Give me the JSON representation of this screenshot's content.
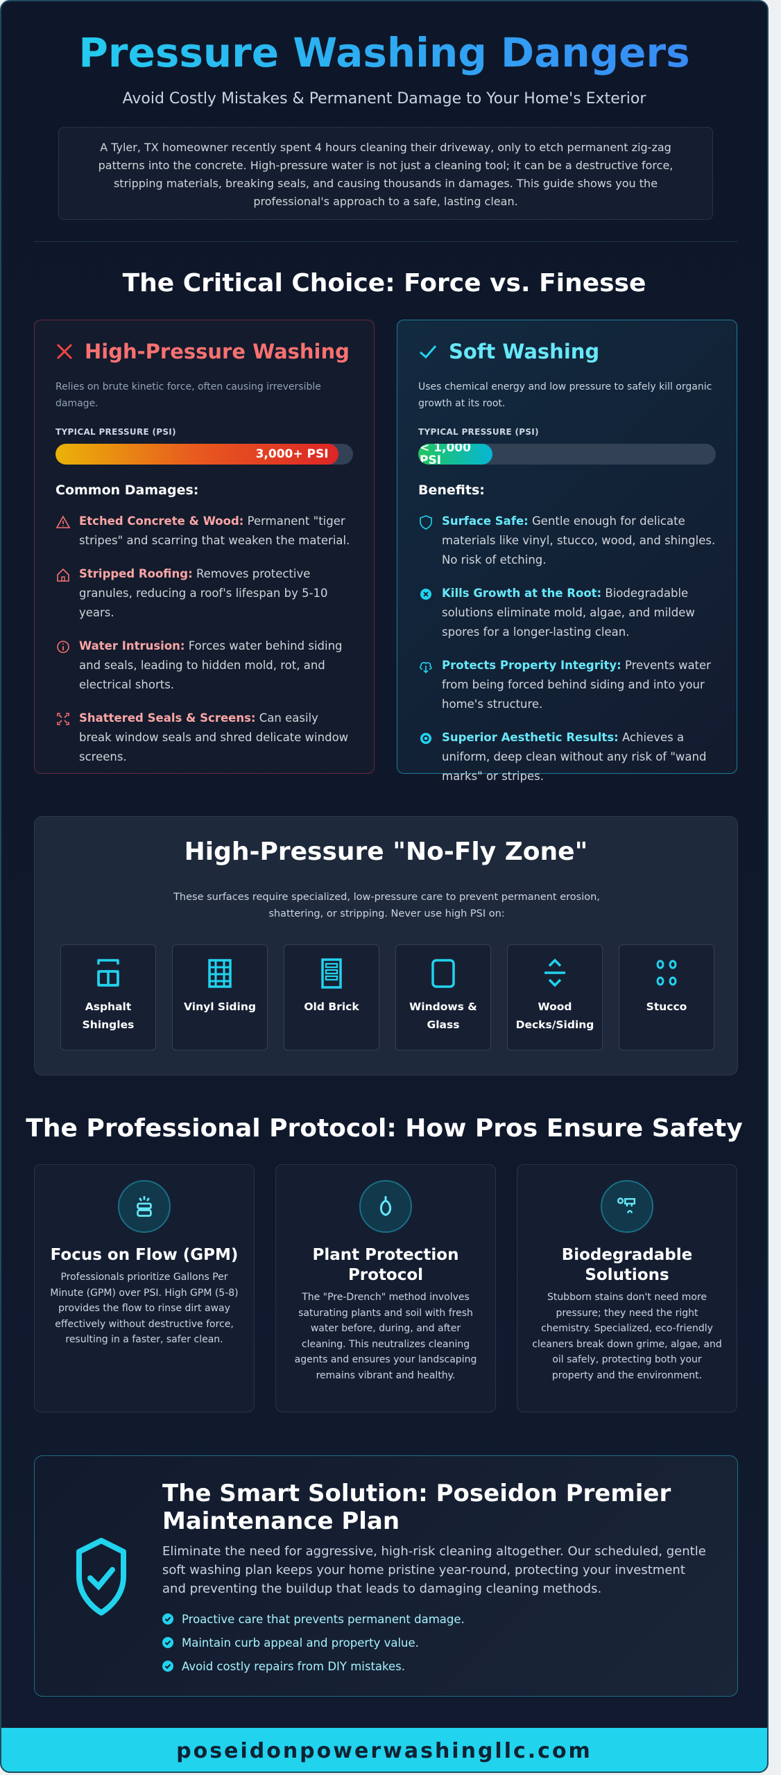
{
  "header": {
    "title": "Pressure Washing Dangers",
    "subtitle": "Avoid Costly Mistakes & Permanent Damage to Your Home's Exterior",
    "intro": "A Tyler, TX homeowner recently spent 4 hours cleaning their driveway, only to etch permanent zig-zag patterns into the concrete. High-pressure water is not just a cleaning tool; it can be a destructive force, stripping materials, breaking seals, and causing thousands in damages. This guide shows you the professional's approach to a safe, lasting clean."
  },
  "comparison": {
    "heading": "The Critical Choice: Force vs. Finesse",
    "high": {
      "title": "High-Pressure Washing",
      "icon": "x-icon",
      "desc": "Relies on brute kinetic force, often causing irreversible damage.",
      "pressure_label": "TYPICAL PRESSURE (PSI)",
      "pressure_value": "3,000+ PSI",
      "pressure_fill_pct": 95,
      "list_heading": "Common Damages:",
      "items": [
        {
          "icon": "warning-icon",
          "title": "Etched Concrete & Wood:",
          "text": " Permanent \"tiger stripes\" and scarring that weaken the material."
        },
        {
          "icon": "home-icon",
          "title": "Stripped Roofing:",
          "text": " Removes protective granules, reducing a roof's lifespan by 5-10 years."
        },
        {
          "icon": "info-icon",
          "title": "Water Intrusion:",
          "text": " Forces water behind siding and seals, leading to hidden mold, rot, and electrical shorts."
        },
        {
          "icon": "shatter-icon",
          "title": "Shattered Seals & Screens:",
          "text": " Can easily break window seals and shred delicate window screens."
        }
      ]
    },
    "soft": {
      "title": "Soft Washing",
      "icon": "check-icon",
      "desc": "Uses chemical energy and low pressure to safely kill organic growth at its root.",
      "pressure_label": "TYPICAL PRESSURE (PSI)",
      "pressure_value": "< 1,000 PSI",
      "pressure_fill_pct": 25,
      "list_heading": "Benefits:",
      "items": [
        {
          "icon": "shield-icon",
          "title": "Surface Safe:",
          "text": " Gentle enough for delicate materials like vinyl, stucco, wood, and shingles. No risk of etching."
        },
        {
          "icon": "kill-growth-icon",
          "title": "Kills Growth at the Root:",
          "text": " Biodegradable solutions eliminate mold, algae, and mildew spores for a longer-lasting clean."
        },
        {
          "icon": "cloud-download-icon",
          "title": "Protects Property Integrity:",
          "text": " Prevents water from being forced behind siding and into your home's structure."
        },
        {
          "icon": "eye-icon",
          "title": "Superior Aesthetic Results:",
          "text": " Achieves a uniform, deep clean without any risk of \"wand marks\" or stripes."
        }
      ]
    }
  },
  "nofly": {
    "heading": "High-Pressure \"No-Fly Zone\"",
    "desc": "These surfaces require specialized, low-pressure care to prevent permanent erosion, shattering, or stripping. Never use high PSI on:",
    "surfaces": [
      "Asphalt Shingles",
      "Vinyl Siding",
      "Old Brick",
      "Windows & Glass",
      "Wood Decks/Siding",
      "Stucco"
    ]
  },
  "protocol": {
    "heading": "The Professional Protocol: How Pros Ensure Safety",
    "cards": [
      {
        "icon": "flow-icon",
        "title": "Focus on Flow (GPM)",
        "text": "Professionals prioritize Gallons Per Minute (GPM) over PSI. High GPM (5-8) provides the flow to rinse dirt away effectively without destructive force, resulting in a faster, safer clean."
      },
      {
        "icon": "water-drop-icon",
        "title": "Plant Protection Protocol",
        "text": "The \"Pre-Drench\" method involves saturating plants and soil with fresh water before, during, and after cleaning. This neutralizes cleaning agents and ensures your landscaping remains vibrant and healthy."
      },
      {
        "icon": "eco-chemistry-icon",
        "title": "Biodegradable Solutions",
        "text": "Stubborn stains don't need more pressure; they need the right chemistry. Specialized, eco-friendly cleaners break down grime, algae, and oil safely, protecting both your property and the environment."
      }
    ]
  },
  "solution": {
    "title": "The Smart Solution: Poseidon Premier Maintenance Plan",
    "text": "Eliminate the need for aggressive, high-risk cleaning altogether. Our scheduled, gentle soft washing plan keeps your home pristine year-round, protecting your investment and preventing the buildup that leads to damaging cleaning methods.",
    "points": [
      "Proactive care that prevents permanent damage.",
      "Maintain curb appeal and property value.",
      "Avoid costly repairs from DIY mistakes."
    ]
  },
  "footer": {
    "url": "poseidonpowerwashingllc.com"
  },
  "colors": {
    "accent": "#22d3ee",
    "danger": "#f87171",
    "background": "#0f172a"
  }
}
